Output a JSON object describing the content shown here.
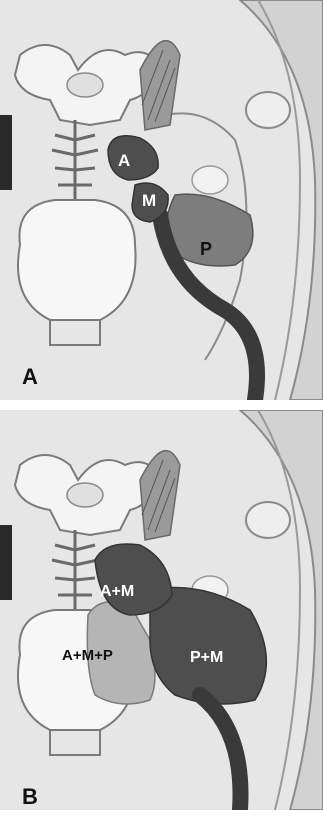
{
  "panels": [
    {
      "letter": "A",
      "labels": {
        "anterior": "A",
        "middle": "M",
        "posterior": "P"
      }
    },
    {
      "letter": "B",
      "labels": {
        "anterior_middle": "A+M",
        "all": "A+M+P",
        "posterior_middle": "P+M"
      }
    }
  ],
  "colors": {
    "background": "#e6e6e6",
    "bone": "#f4f4f4",
    "outline": "#7a7a7a",
    "dark_lobe": "#4e4e4e",
    "mid_lobe": "#7d7d7d",
    "light_lobe": "#b5b5b5",
    "duct": "#3a3a3a"
  }
}
